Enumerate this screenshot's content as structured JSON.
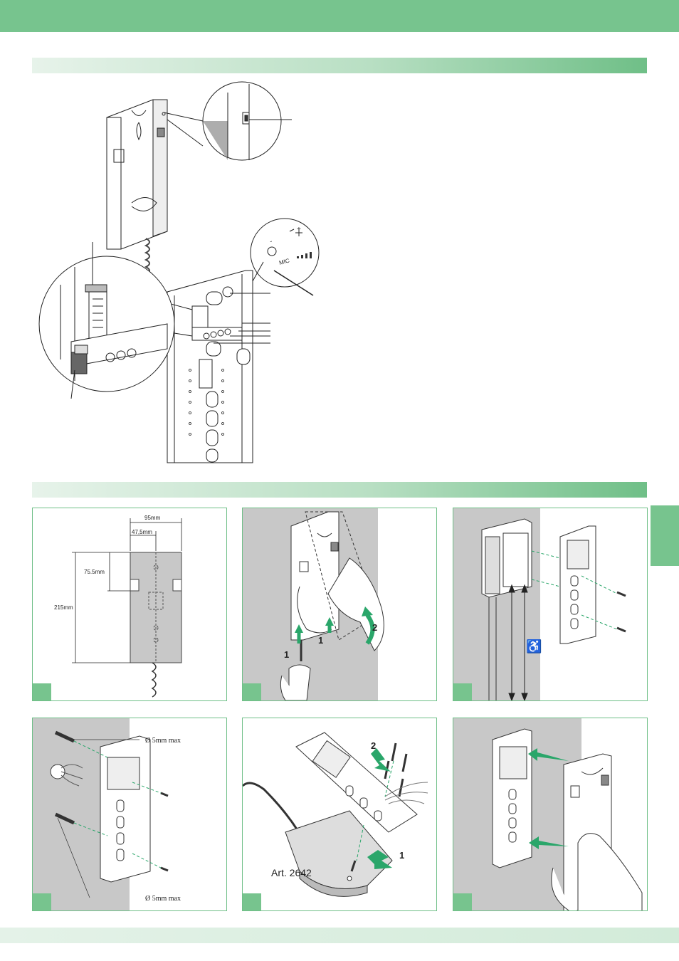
{
  "dimensions": {
    "width": "95mm",
    "half_width": "47,5mm",
    "upper_height": "75.5mm",
    "total_height": "215mm"
  },
  "mic_label": "MIC",
  "mic_plus": "+",
  "mic_minus": "-",
  "steps": {
    "one": "1",
    "two": "2"
  },
  "hole_diameter": "Ø 5mm max",
  "article": "Art. 2642",
  "colors": {
    "brand_green": "#77c48e",
    "arrow_green": "#2aa66a",
    "wall_grey": "#c8c8c8"
  },
  "icons": {
    "wheelchair": "♿"
  }
}
